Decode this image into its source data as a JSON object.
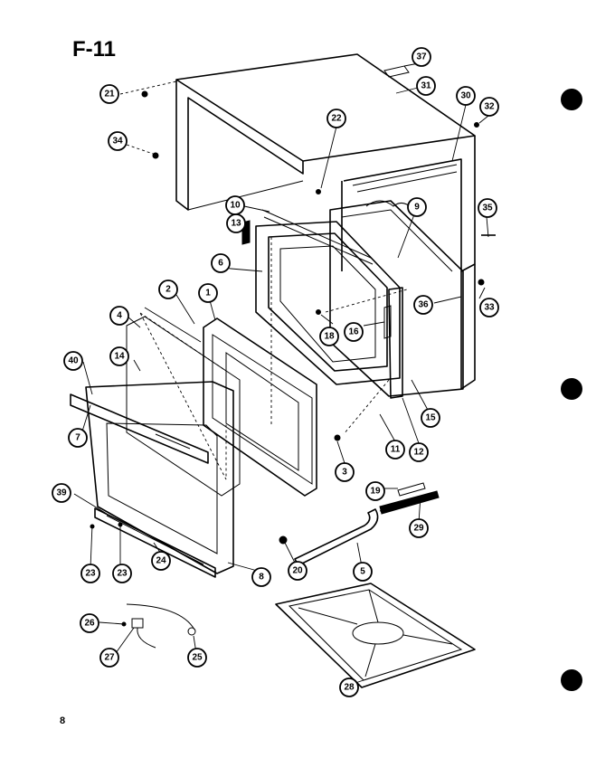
{
  "figure": {
    "title": "F-11",
    "page_number": "8"
  },
  "callouts": [
    "1",
    "2",
    "3",
    "4",
    "5",
    "6",
    "7",
    "8",
    "9",
    "10",
    "11",
    "12",
    "13",
    "14",
    "15",
    "16",
    "18",
    "19",
    "20",
    "21",
    "22",
    "23",
    "23",
    "24",
    "25",
    "26",
    "27",
    "28",
    "29",
    "30",
    "31",
    "32",
    "33",
    "34",
    "35",
    "36",
    "37",
    "39",
    "40"
  ]
}
